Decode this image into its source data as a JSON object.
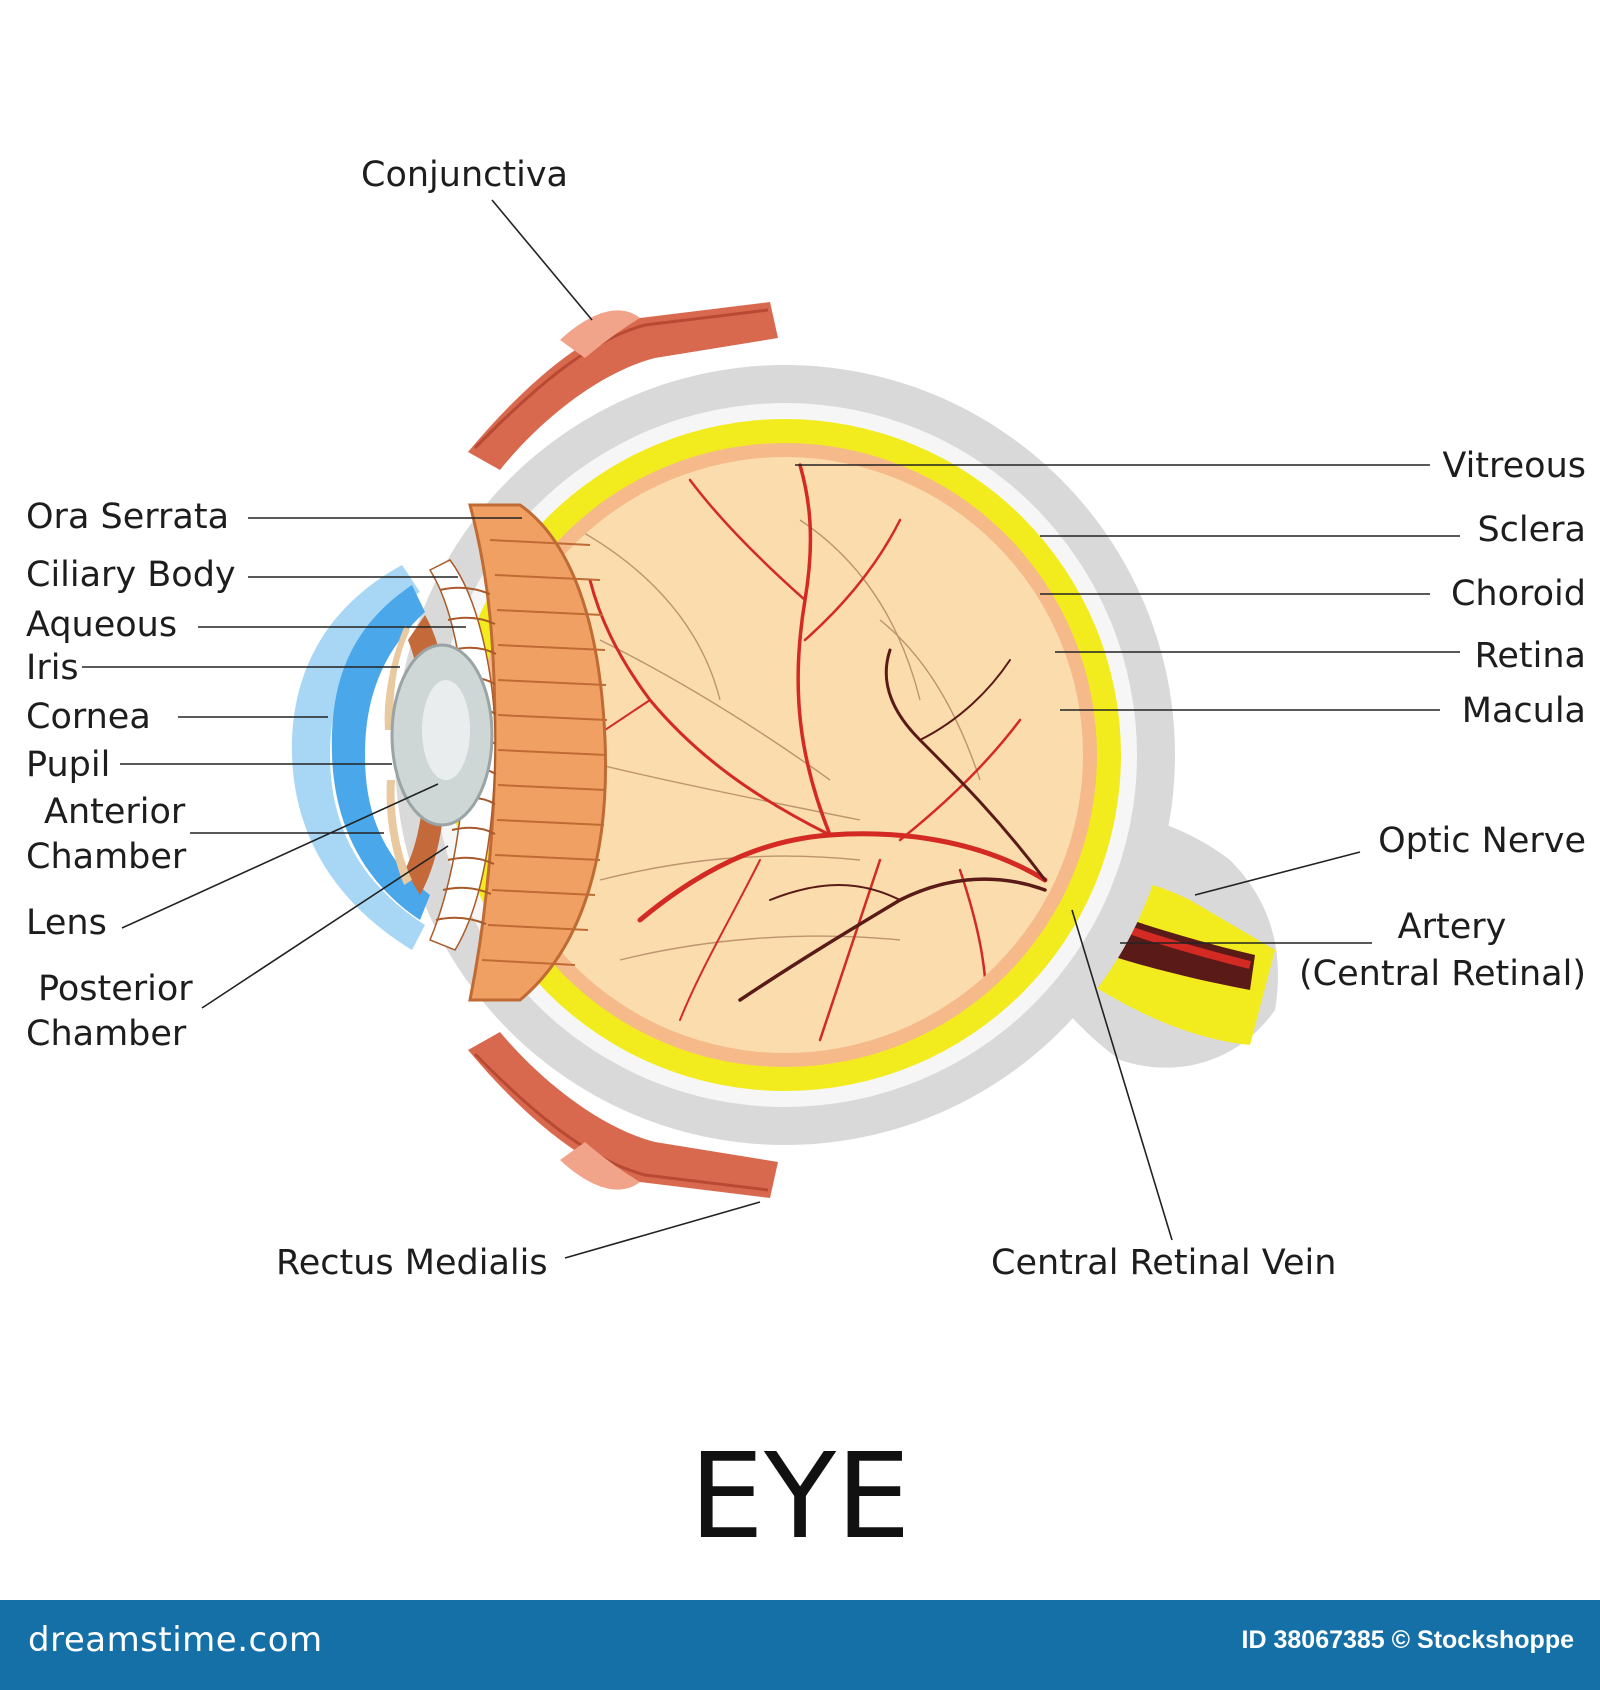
{
  "diagram": {
    "title": "EYE",
    "labels": {
      "conjunctiva": "Conjunctiva",
      "ora_serrata": "Ora Serrata",
      "ciliary_body": "Ciliary Body",
      "aqueous": "Aqueous",
      "iris": "Iris",
      "cornea": "Cornea",
      "pupil": "Pupil",
      "anterior_chamber_1": "Anterior",
      "anterior_chamber_2": "Chamber",
      "lens": "Lens",
      "posterior_chamber_1": "Posterior",
      "posterior_chamber_2": "Chamber",
      "rectus_medialis": "Rectus Medialis",
      "vitreous": "Vitreous",
      "sclera": "Sclera",
      "choroid": "Choroid",
      "retina": "Retina",
      "macula": "Macula",
      "optic_nerve": "Optic Nerve",
      "artery_1": "Artery",
      "artery_2": "(Central Retinal)",
      "central_retinal_vein": "Central Retinal Vein"
    }
  },
  "footer": {
    "site": "dreamstime.com",
    "credit": "ID 38067385 © Stockshoppe"
  },
  "colors": {
    "sclera": "#d9d9d9",
    "choroid": "#f2ec1f",
    "vitreous": "#fbdcad",
    "muscle": "#d9694e",
    "cornea": "#4aa8ea",
    "ciliary": "#f1a064",
    "vessel": "#d42a24",
    "footer": "#1470a6"
  }
}
